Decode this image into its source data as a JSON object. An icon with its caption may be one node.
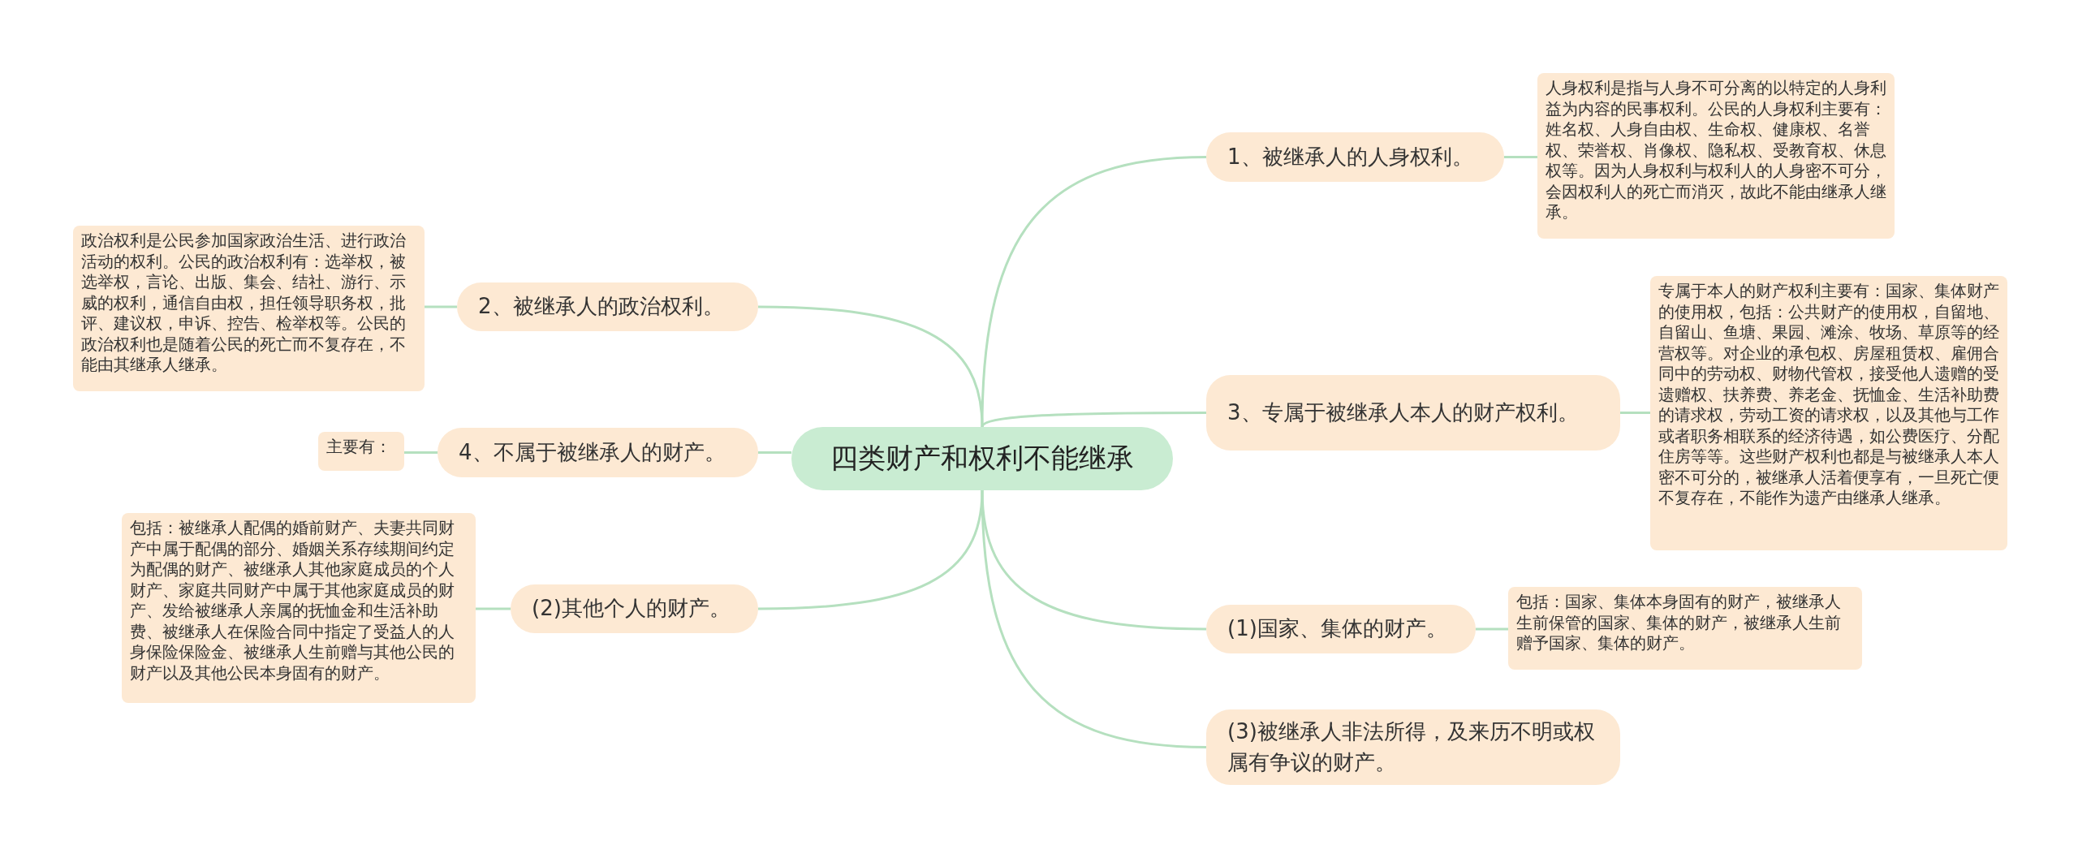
{
  "diagram": {
    "nodes": [
      {
        "text": [
          "四类财产和权利不能继承"
        ]
      },
      {
        "text": [
          "1、被继承人的人身权利。"
        ]
      },
      {
        "text": [
          "人身权利是指与人身不可分离的以特定的人身利益为内容的民事权利。公民的人身权利主要有：姓名权、人身自由权、生命权、健康权、名誉权、荣誉权、肖像权、隐私权、受教育权、休息权等。因为人身权利与权利人的人身密不可分，会因权利人的死亡而消灭，故此不能由继承人继承。"
        ]
      },
      {
        "text": [
          "2、被继承人的政治权利。"
        ]
      },
      {
        "text": [
          "政治权利是公民参加国家政治生活、进行政治活动的权利。公民的政治权利有：选举权，被选举权，言论、出版、集会、结社、游行、示威的权利，通信自由权，担任领导职务权，批评、建议权，申诉、控告、检举权等。公民的政治权利也是随着公民的死亡而不复存在，不能由其继承人继承。"
        ]
      },
      {
        "text": [
          "3、专属于被继承人本人的财产权利。"
        ]
      },
      {
        "text": [
          "专属于本人的财产权利主要有：国家、集体财产的使用权，包括：公共财产的使用权，自留地、自留山、鱼塘、果园、滩涂、牧场、草原等的经营权等。对企业的承包权、房屋租赁权、雇佣合同中的劳动权、财物代管权，接受他人遗赠的受遗赠权、扶养费、养老金、抚恤金、生活补助费的请求权，劳动工资的请求权，以及其他与工作或者职务相联系的经济待遇，如公费医疗、分配住房等等。这些财产权利也都是与被继承人本人密不可分的，被继承人活着便享有，一旦死亡便不复存在，不能作为遗产由继承人继承。"
        ]
      },
      {
        "text": [
          "4、不属于被继承人的财产。"
        ]
      },
      {
        "text": [
          "主要有："
        ]
      },
      {
        "text": [
          "(2)其他个人的财产。"
        ]
      },
      {
        "text": [
          "包括：被继承人配偶的婚前财产、夫妻共同财产中属于配偶的部分、婚姻关系存续期间约定为配偶的财产、被继承人其他家庭成员的个人财产、家庭共同财产中属于其他家庭成员的财产、发给被继承人亲属的抚恤金和生活补助费、被继承人在保险合同中指定了受益人的人身保险保险金、被继承人生前赠与其他公民的财产以及其他公民本身固有的财产。"
        ]
      },
      {
        "text": [
          "(1)国家、集体的财产。"
        ]
      },
      {
        "text": [
          "包括：国家、集体本身固有的财产，被继承人生前保管的国家、集体的财产，被继承人生前赠予国家、集体的财产。"
        ]
      },
      {
        "text": [
          "(3)被继承人非法所得，及来历不明或权属有争议的财产。"
        ]
      }
    ],
    "edges": [
      {
        "from": 0,
        "to": 1,
        "arrow": "none"
      },
      {
        "from": 1,
        "to": 2,
        "arrow": "none"
      },
      {
        "from": 0,
        "to": 3,
        "arrow": "none"
      },
      {
        "from": 3,
        "to": 4,
        "arrow": "none"
      },
      {
        "from": 0,
        "to": 5,
        "arrow": "none"
      },
      {
        "from": 5,
        "to": 6,
        "arrow": "none"
      },
      {
        "from": 0,
        "to": 7,
        "arrow": "none"
      },
      {
        "from": 7,
        "to": 8,
        "arrow": "none"
      },
      {
        "from": 0,
        "to": 9,
        "arrow": "none"
      },
      {
        "from": 9,
        "to": 10,
        "arrow": "none"
      },
      {
        "from": 0,
        "to": 11,
        "arrow": "none"
      },
      {
        "from": 11,
        "to": 12,
        "arrow": "none"
      },
      {
        "from": 0,
        "to": 13,
        "arrow": "none"
      }
    ]
  }
}
